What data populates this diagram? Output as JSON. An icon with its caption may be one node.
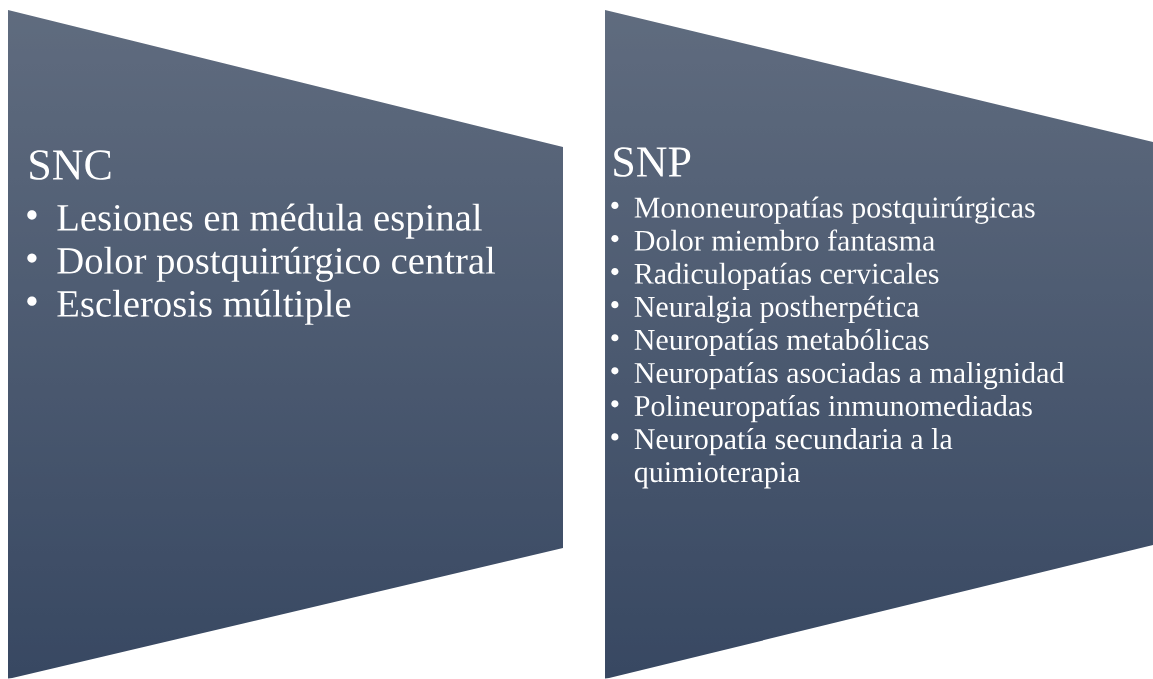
{
  "diagram": {
    "nodes": [
      {
        "text": [
          "SNC",
          "Lesiones en médula espinal",
          "Dolor postquirúrgico central",
          "Esclerosis múltiple"
        ]
      },
      {
        "text": [
          "SNP",
          "Mononeuropatías postquirúrgicas",
          "Dolor miembro fantasma",
          "Radiculopatías cervicales",
          "Neuralgia postherpética",
          "Neuropatías metabólicas",
          "Neuropatías asociadas a malignidad",
          "Polineuropatías inmunomediadas",
          "Neuropatía secundaria a la quimioterapia"
        ]
      }
    ]
  }
}
